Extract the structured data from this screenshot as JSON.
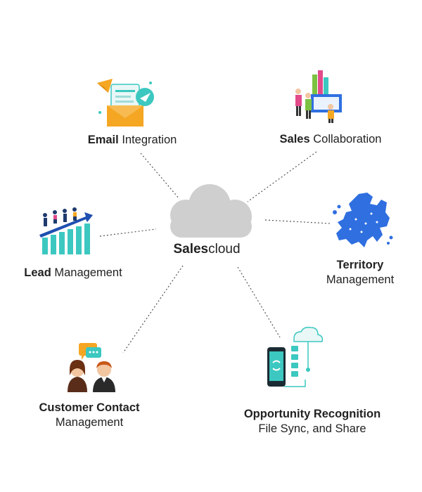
{
  "center": {
    "bold": "Sales",
    "rest": "cloud"
  },
  "nodes": {
    "email": {
      "bold": "Email",
      "rest": " Integration"
    },
    "sales_collab": {
      "bold": "Sales",
      "rest": " Collaboration"
    },
    "lead": {
      "bold": "Lead",
      "rest": " Management"
    },
    "territory": {
      "line1": "Territory",
      "line2": "Management"
    },
    "customer": {
      "line1": "Customer Contact",
      "line2": "Management"
    },
    "opportunity": {
      "line1": "Opportunity Recognition",
      "line2": "File Sync, and Share"
    }
  },
  "colors": {
    "cloud": "#cfcfcf",
    "line": "#555555",
    "teal": "#3cc8c0",
    "blue": "#2f6fe0",
    "orange": "#f5a623",
    "pink": "#e24a8a",
    "green": "#7cc242"
  },
  "icons": [
    "email-integration-icon",
    "sales-collaboration-icon",
    "lead-management-icon",
    "territory-map-icon",
    "customer-contact-icon",
    "opportunity-recognition-icon"
  ]
}
